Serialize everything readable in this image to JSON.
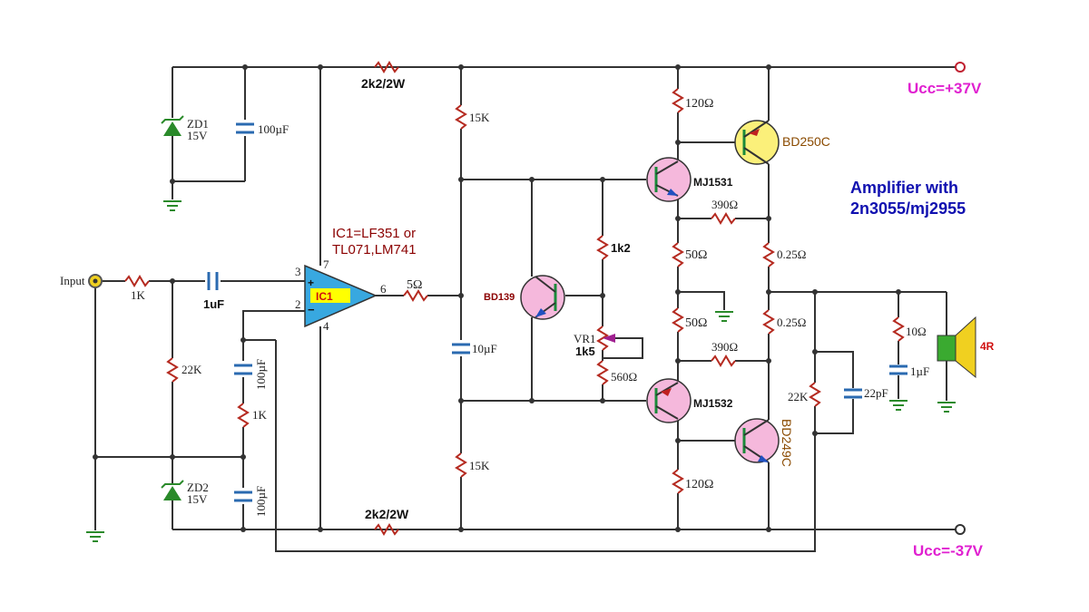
{
  "labels": {
    "input": "Input",
    "r_in": "1K",
    "c_in": "1uF",
    "zd1": "ZD1",
    "zd1_v": "15V",
    "c1": "100µF",
    "zd2": "ZD2",
    "zd2_v": "15V",
    "c2": "100µF",
    "c3": "100µF",
    "r22k": "22K",
    "r1k": "1K",
    "ic_name": "IC1",
    "ic_desc1": "IC1=LF351 or",
    "ic_desc2": "TL071,LM741",
    "pin3": "3",
    "pin2": "2",
    "pin7": "7",
    "pin4": "4",
    "pin6": "6",
    "r_top": "2k2/2W",
    "r_bot": "2k2/2W",
    "r5": "5Ω",
    "r15k_top": "15K",
    "r15k_bot": "15K",
    "c10": "10µF",
    "bd139": "BD139",
    "r1k2": "1k2",
    "vr1": "VR1",
    "vr1_v": "1k5",
    "r560": "560Ω",
    "mj1531": "MJ1531",
    "mj1532": "MJ1532",
    "r120_top": "120Ω",
    "r120_bot": "120Ω",
    "r390_top": "390Ω",
    "r390_bot": "390Ω",
    "r50_top": "50Ω",
    "r50_bot": "50Ω",
    "r025_top": "0.25Ω",
    "r025_bot": "0.25Ω",
    "bd250c": "BD250C",
    "bd249c": "BD249C",
    "r22k_out": "22K",
    "c22pf": "22pF",
    "r10": "10Ω",
    "c1u": "1µF",
    "spk": "4R",
    "ucc_pos": "Ucc=+37V",
    "ucc_neg": "Ucc=-37V",
    "title1": "Amplifier with",
    "title2": "2n3055/mj2955",
    "plus": "+",
    "minus": "−"
  },
  "colors": {
    "wire": "#333333",
    "resistor": "#b52a20",
    "ground": "#2a8a2a",
    "capacitor": "#2a6ab0",
    "npn_fill": "#f5b8dc",
    "pnp_fill": "#fbf07a",
    "power_label": "#e020d0",
    "title": "#1010b0",
    "ic_desc": "#8b0000",
    "bd_label": "#8a4a00",
    "opamp_fill": "#38a8e0"
  }
}
